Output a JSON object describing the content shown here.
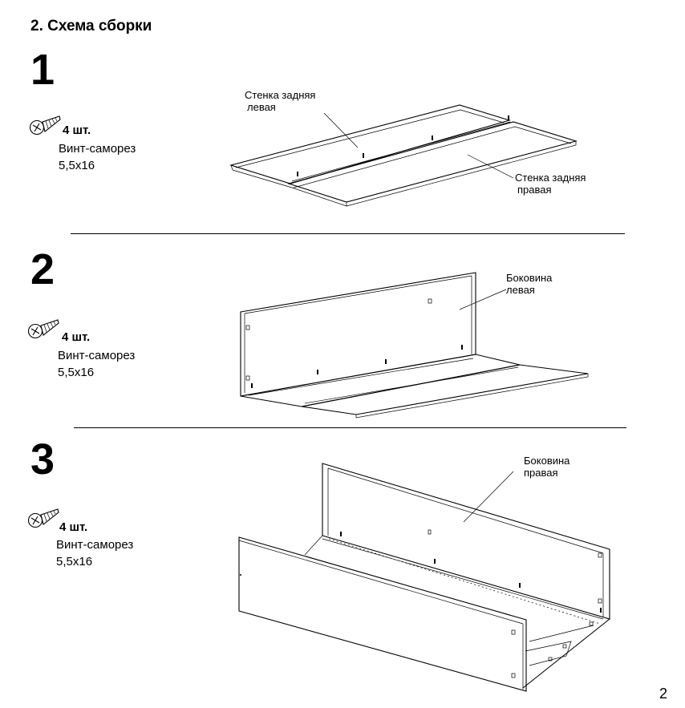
{
  "header": {
    "title": "2. Схема сборки"
  },
  "steps": [
    {
      "number": "1",
      "quantity": "4 шт.",
      "screw_name": "Винт-саморез",
      "screw_size": "5,5x16",
      "labels": [
        {
          "line1": "Стенка задняя",
          "line2": "левая"
        },
        {
          "line1": "Стенка задняя",
          "line2": "правая"
        }
      ]
    },
    {
      "number": "2",
      "quantity": "4 шт.",
      "screw_name": "Винт-саморез",
      "screw_size": "5,5x16",
      "labels": [
        {
          "line1": "Боковина",
          "line2": "левая"
        }
      ]
    },
    {
      "number": "3",
      "quantity": "4 шт.",
      "screw_name": "Винт-саморез",
      "screw_size": "5,5x16",
      "labels": [
        {
          "line1": "Боковина",
          "line2": "правая"
        }
      ]
    }
  ],
  "footer": {
    "page_number": "2"
  },
  "icons": {
    "screw": "screw-icon"
  }
}
